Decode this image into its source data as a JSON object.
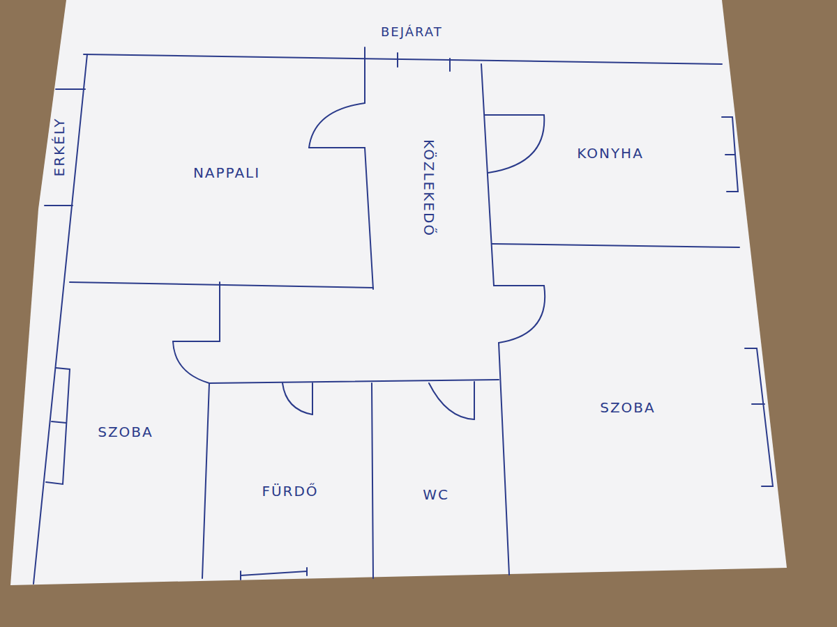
{
  "diagram": {
    "nodes": [
      {
        "text": [
          "ERKÉLY"
        ]
      },
      {
        "text": [
          "NAPPALI"
        ]
      },
      {
        "text": [
          "KÖZLEKEDŐ"
        ]
      },
      {
        "text": [
          "KONYHA"
        ]
      },
      {
        "text": [
          "SZOBA"
        ]
      },
      {
        "text": [
          "SZOBA"
        ]
      },
      {
        "text": [
          "FÜRDŐ"
        ]
      },
      {
        "text": [
          "WC"
        ]
      }
    ],
    "labels": [
      "BEJÁRAT"
    ]
  }
}
